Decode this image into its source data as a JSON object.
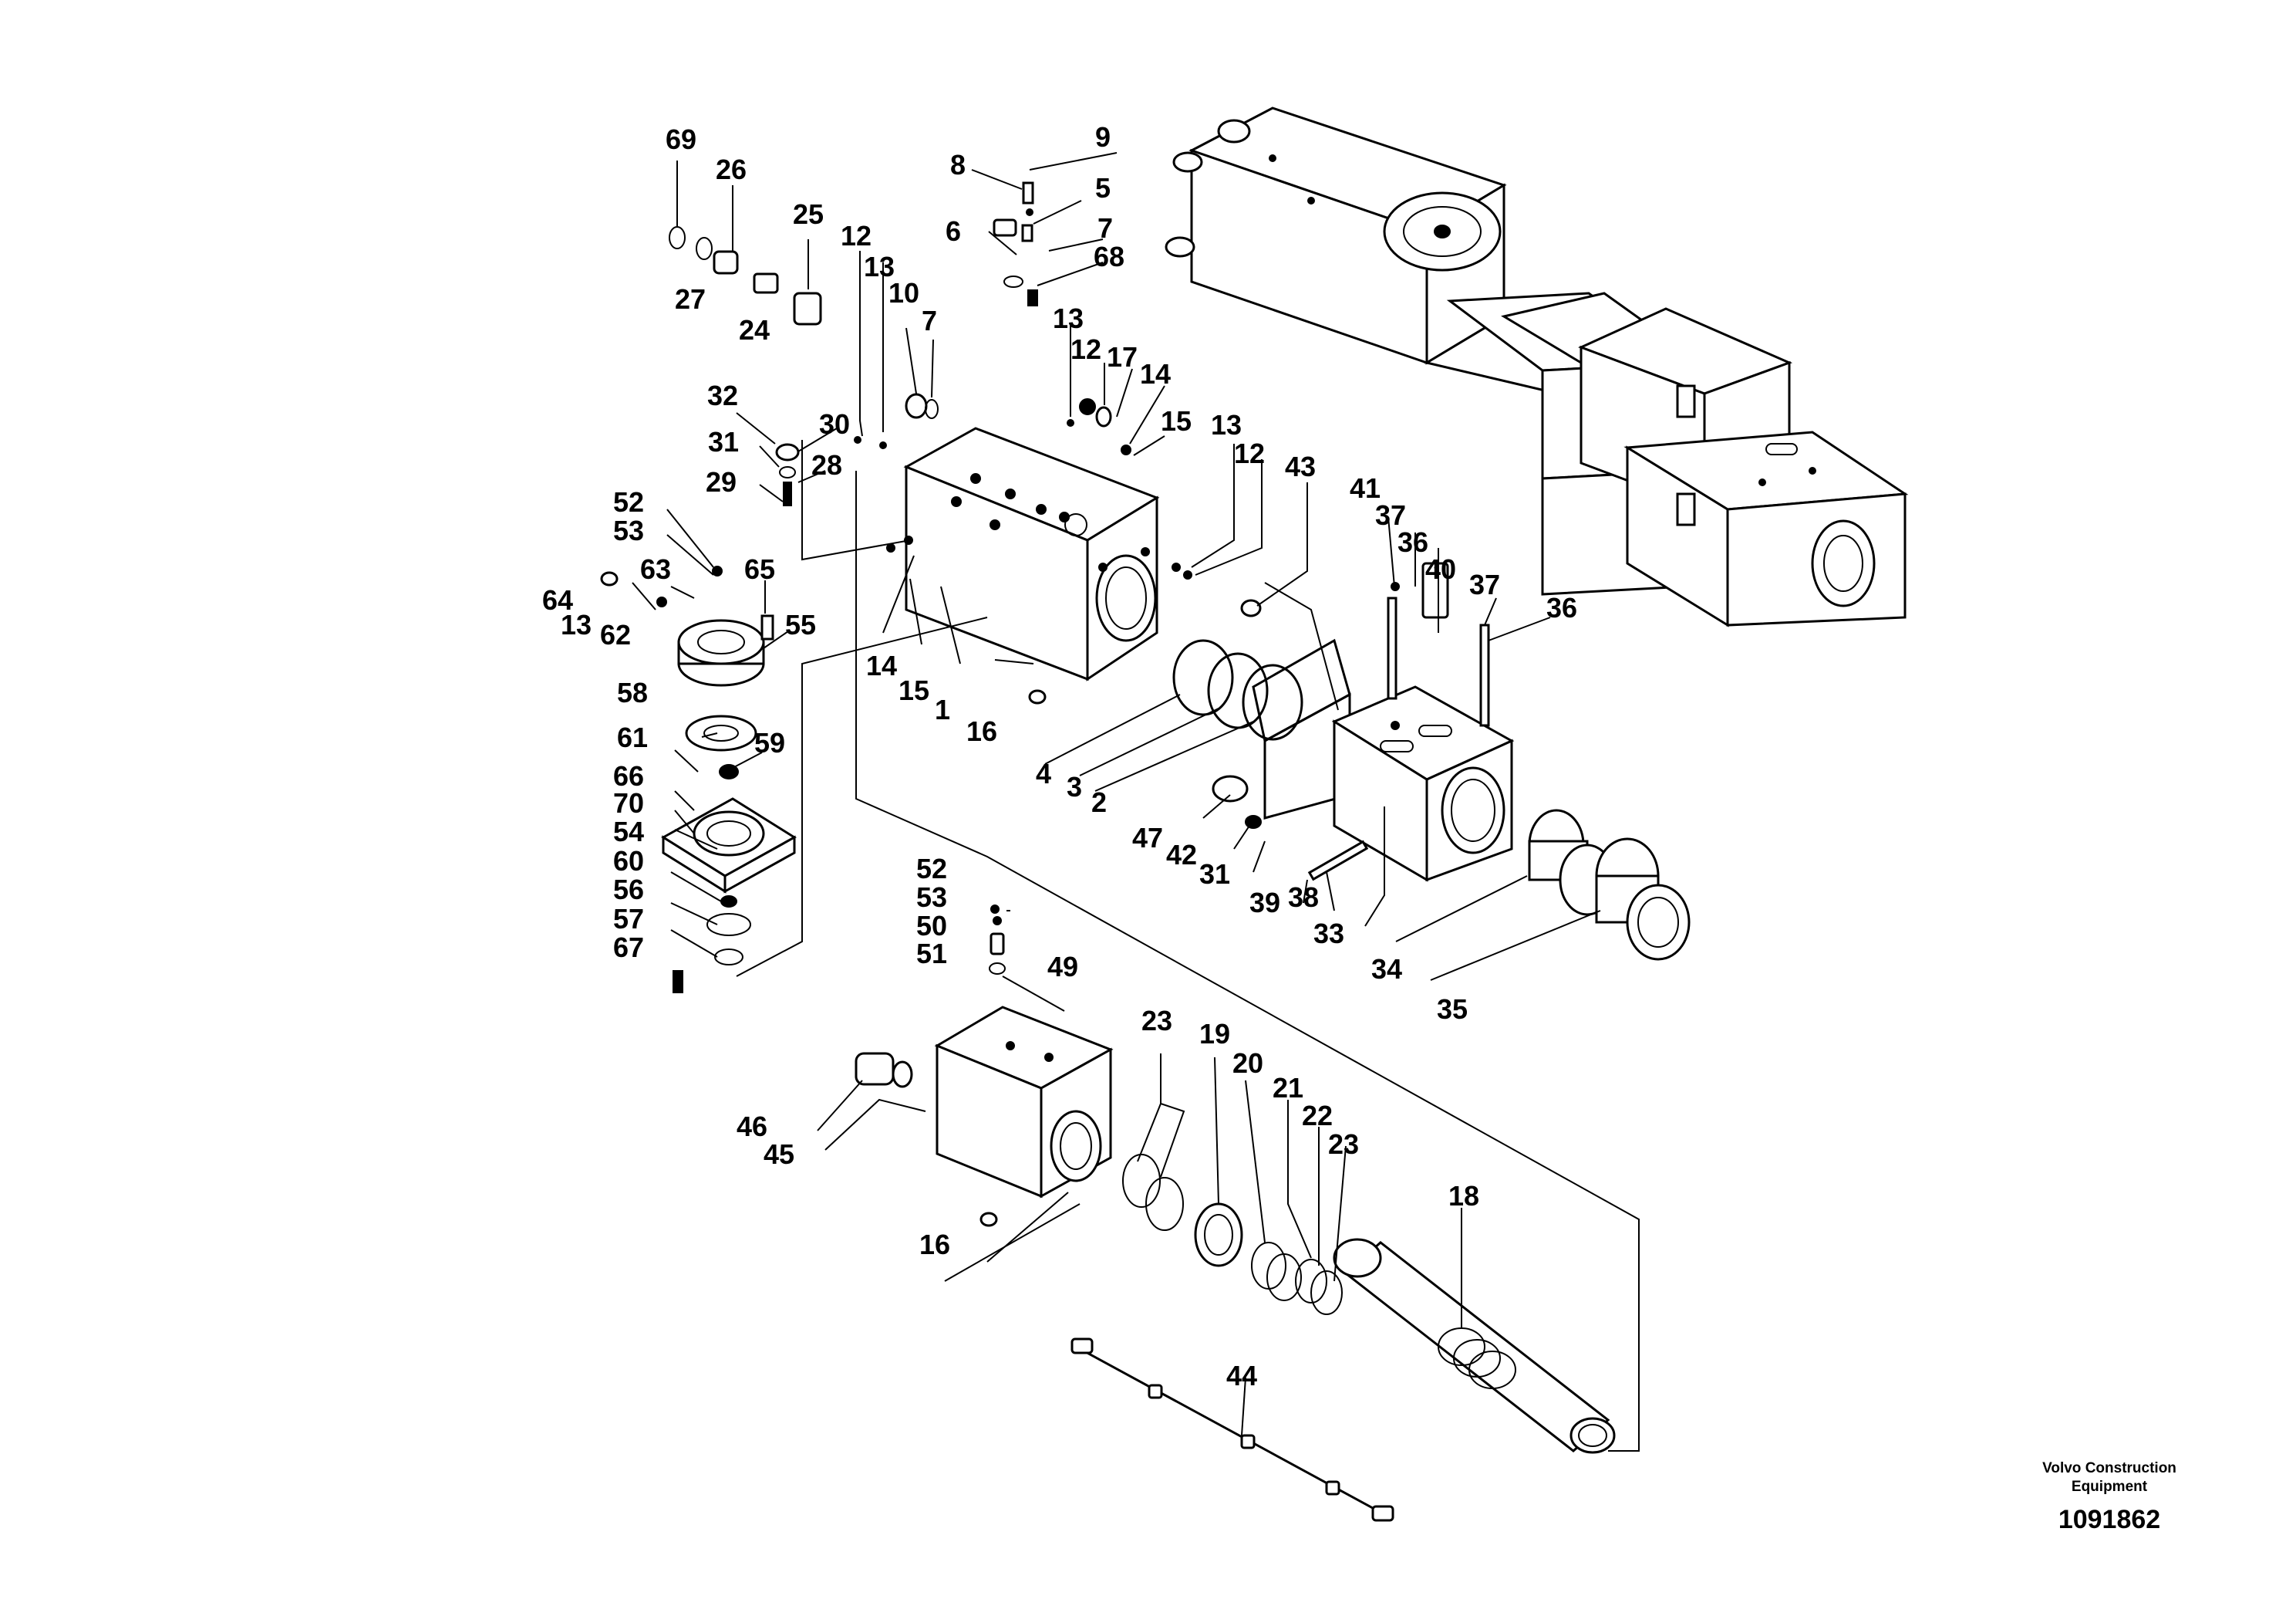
{
  "diagram": {
    "credit_line1": "Volvo Construction",
    "credit_line2": "Equipment",
    "drawing_number": "1091862",
    "part_numbers": [
      "69",
      "26",
      "25",
      "12",
      "13",
      "10",
      "7",
      "8",
      "9",
      "5",
      "6",
      "7",
      "68",
      "27",
      "24",
      "13",
      "12",
      "17",
      "14",
      "15",
      "32",
      "30",
      "31",
      "28",
      "29",
      "13",
      "12",
      "43",
      "52",
      "53",
      "65",
      "64",
      "63",
      "13",
      "62",
      "55",
      "14",
      "15",
      "1",
      "16",
      "41",
      "37",
      "36",
      "40",
      "37",
      "36",
      "58",
      "59",
      "61",
      "66",
      "70",
      "54",
      "60",
      "56",
      "57",
      "67",
      "4",
      "3",
      "2",
      "47",
      "42",
      "31",
      "39",
      "38",
      "33",
      "34",
      "35",
      "52",
      "53",
      "50",
      "51",
      "49",
      "23",
      "19",
      "20",
      "21",
      "22",
      "23",
      "18",
      "46",
      "45",
      "16",
      "44"
    ]
  }
}
